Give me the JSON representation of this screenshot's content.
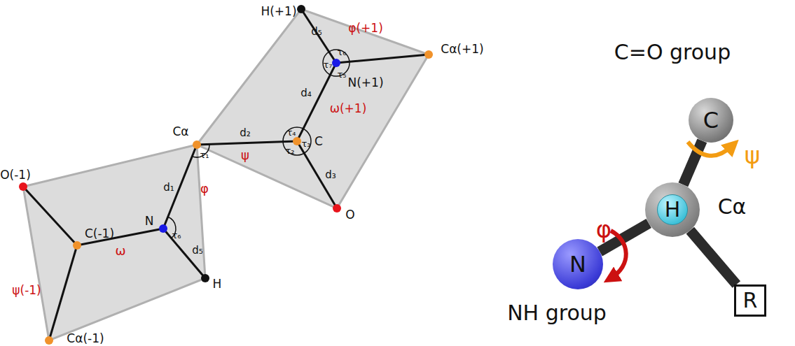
{
  "diagram": {
    "nodes": [
      {
        "text": [
          "C",
          "C=O group"
        ]
      },
      {
        "text": [
          "H",
          "Cα"
        ]
      },
      {
        "text": [
          "N",
          "NH group"
        ]
      },
      {
        "text": [
          "R"
        ]
      }
    ],
    "edges": [
      {
        "from": 1,
        "to": 0,
        "arrow": "none"
      },
      {
        "from": 1,
        "to": 2,
        "arrow": "none"
      },
      {
        "from": 1,
        "to": 3,
        "arrow": "none"
      }
    ],
    "labels": [
      "H(+1)",
      "d₅",
      "φ(+1)",
      "Cα(+1)",
      "τ₆",
      "τ₇",
      "τ₅",
      "N(+1)",
      "d₄",
      "ω(+1)",
      "Cα",
      "τ₁",
      "d₂",
      "τ₄",
      "τ₂",
      "τ₃",
      "C",
      "ψ",
      "d₃",
      "O",
      "O(-1)",
      "d₁",
      "φ",
      "C(-1)",
      "N",
      "τ₆",
      "ω",
      "d₅",
      "H",
      "ψ(-1)",
      "Cα(-1)",
      "ψ",
      "φ"
    ]
  }
}
